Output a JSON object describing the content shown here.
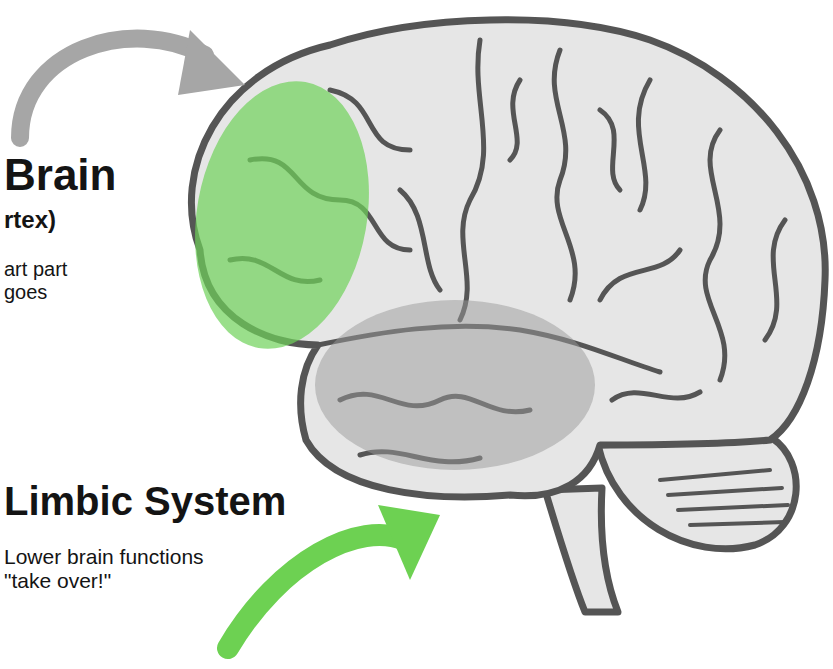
{
  "diagram": {
    "labels": [
      "Brain",
      "rtex)",
      "art part goes",
      "Limbic System",
      "Lower brain functions \"take over!\""
    ]
  }
}
